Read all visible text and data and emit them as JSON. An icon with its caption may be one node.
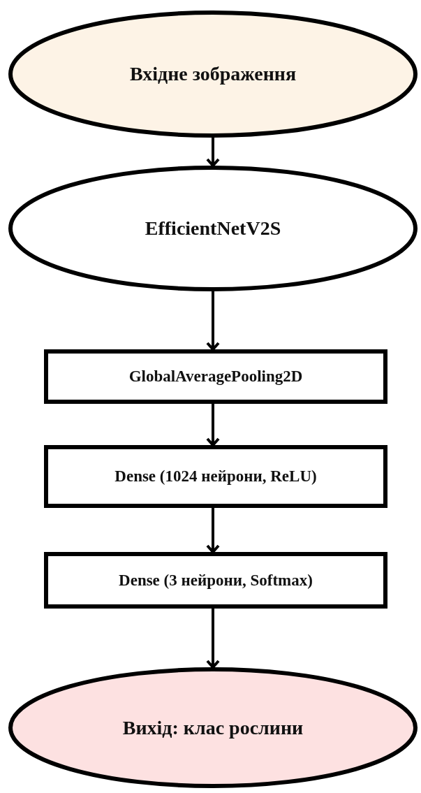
{
  "diagram": {
    "nodes": [
      {
        "text": [
          "Вхідне зображення"
        ]
      },
      {
        "text": [
          "EfficientNetV2S"
        ]
      },
      {
        "text": [
          "GlobalAveragePooling2D"
        ]
      },
      {
        "text": [
          "Dense (1024 нейрони, ReLU)"
        ]
      },
      {
        "text": [
          "Dense (3 нейрони, Softmax)"
        ]
      },
      {
        "text": [
          "Вихід: клас рослини"
        ]
      }
    ],
    "edges": [
      {
        "from": 0,
        "to": 1,
        "arrow": "to"
      },
      {
        "from": 1,
        "to": 2,
        "arrow": "to"
      },
      {
        "from": 2,
        "to": 3,
        "arrow": "to"
      },
      {
        "from": 3,
        "to": 4,
        "arrow": "to"
      },
      {
        "from": 4,
        "to": 5,
        "arrow": "to"
      }
    ]
  }
}
